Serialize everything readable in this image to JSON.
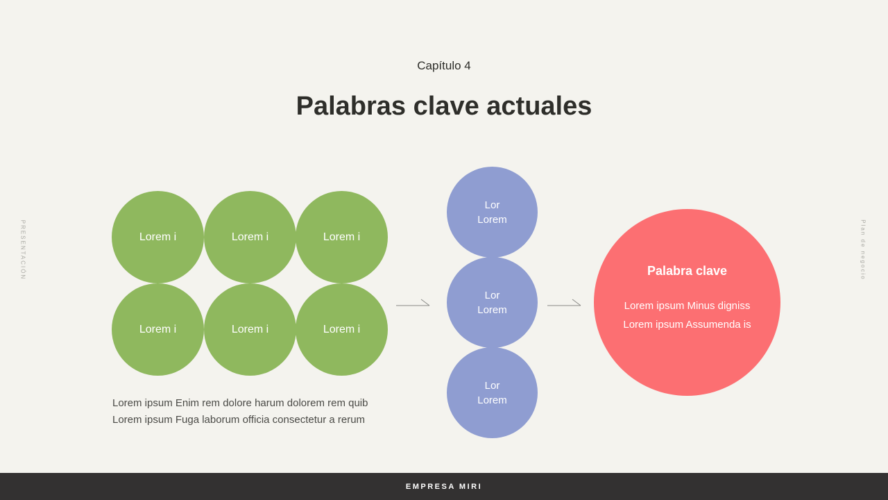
{
  "header": {
    "chapter": "Capítulo 4",
    "title": "Palabras clave actuales"
  },
  "side_labels": {
    "left": "PRESENTACIÓN",
    "right": "Plan de negocio"
  },
  "green_group": {
    "color": "#8fb85e",
    "items": [
      {
        "label": "Lorem i"
      },
      {
        "label": "Lorem i"
      },
      {
        "label": "Lorem i"
      },
      {
        "label": "Lorem i"
      },
      {
        "label": "Lorem i"
      },
      {
        "label": "Lorem i"
      }
    ],
    "description": [
      "Lorem ipsum Enim rem dolore harum dolorem rem quib",
      "Lorem ipsum Fuga laborum officia consectetur a rerum"
    ]
  },
  "blue_group": {
    "color": "#8f9dd1",
    "items": [
      {
        "line1": "Lor",
        "line2": "Lorem"
      },
      {
        "line1": "Lor",
        "line2": "Lorem"
      },
      {
        "line1": "Lor",
        "line2": "Lorem"
      }
    ]
  },
  "keyword": {
    "color": "#fc6f72",
    "title": "Palabra clave",
    "lines": [
      "Lorem ipsum Minus digniss",
      "Lorem ipsum Assumenda is"
    ]
  },
  "arrows": [
    "arrow-right-icon",
    "arrow-right-icon"
  ],
  "footer": {
    "company": "EMPRESA MIRI"
  }
}
